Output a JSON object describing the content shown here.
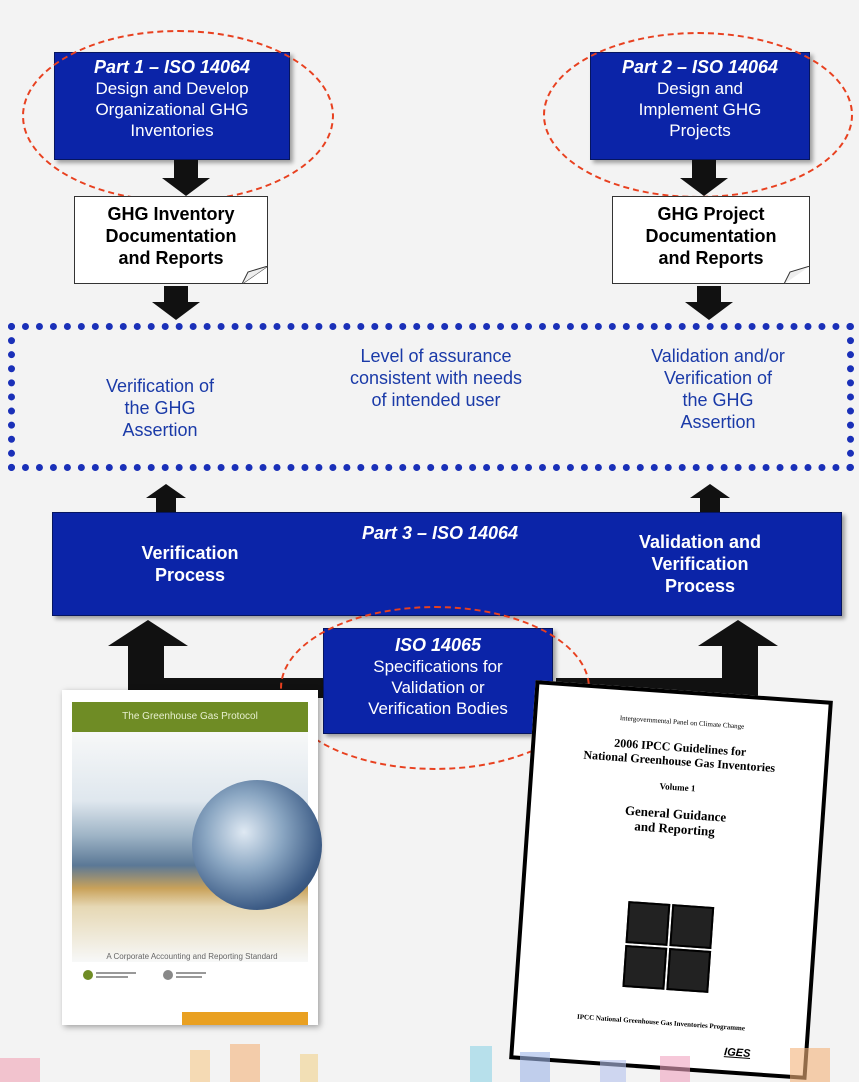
{
  "part1": {
    "title": "Part 1 – ISO 14064",
    "body": "Design and Develop\nOrganizational GHG\nInventories"
  },
  "part2": {
    "title": "Part 2 – ISO 14064",
    "body": "Design and\nImplement GHG\nProjects"
  },
  "doc_left": "GHG Inventory\nDocumentation\nand Reports",
  "doc_right": "GHG Project\nDocumentation\nand Reports",
  "assurance": {
    "left": "Verification of\nthe GHG\nAssertion",
    "center": "Level of assurance\nconsistent with needs\nof intended user",
    "right": "Validation and/or\nVerification of\nthe GHG\nAssertion"
  },
  "part3": {
    "title": "Part 3 – ISO 14064",
    "left": "Verification\nProcess",
    "right": "Validation and\nVerification\nProcess"
  },
  "iso14065": {
    "title": "ISO 14065",
    "body": "Specifications for\nValidation or\nVerification Bodies"
  },
  "book_left": {
    "header": "The Greenhouse Gas Protocol",
    "subtitle": "A Corporate Accounting and Reporting Standard"
  },
  "book_right": {
    "header": "Intergovernmental Panel on Climate Change",
    "title": "2006 IPCC Guidelines for\nNational Greenhouse Gas Inventories",
    "volume": "Volume 1",
    "subtitle": "General Guidance\nand Reporting",
    "footer": "IPCC National Greenhouse Gas Inventories Programme",
    "logo": "IGES"
  },
  "colors": {
    "box_blue": "#0b24a8",
    "dashed_oval": "#e8401f",
    "assurance_border": "#1a30b8",
    "assurance_text": "#1a3aa8"
  }
}
